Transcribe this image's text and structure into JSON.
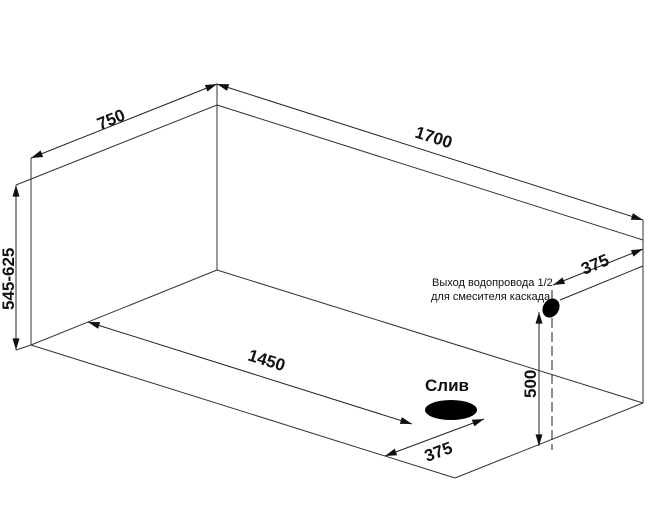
{
  "diagram": {
    "dimensions": {
      "width": "750",
      "length": "1700",
      "height": "545-625",
      "inner_length": "1450",
      "drain_offset": "375",
      "outlet_offset": "375",
      "outlet_height": "500"
    },
    "labels": {
      "drain": "Слив",
      "outlet_line1": "Выход водопровода 1/2",
      "outlet_line2": "для смесителя каскада"
    }
  }
}
